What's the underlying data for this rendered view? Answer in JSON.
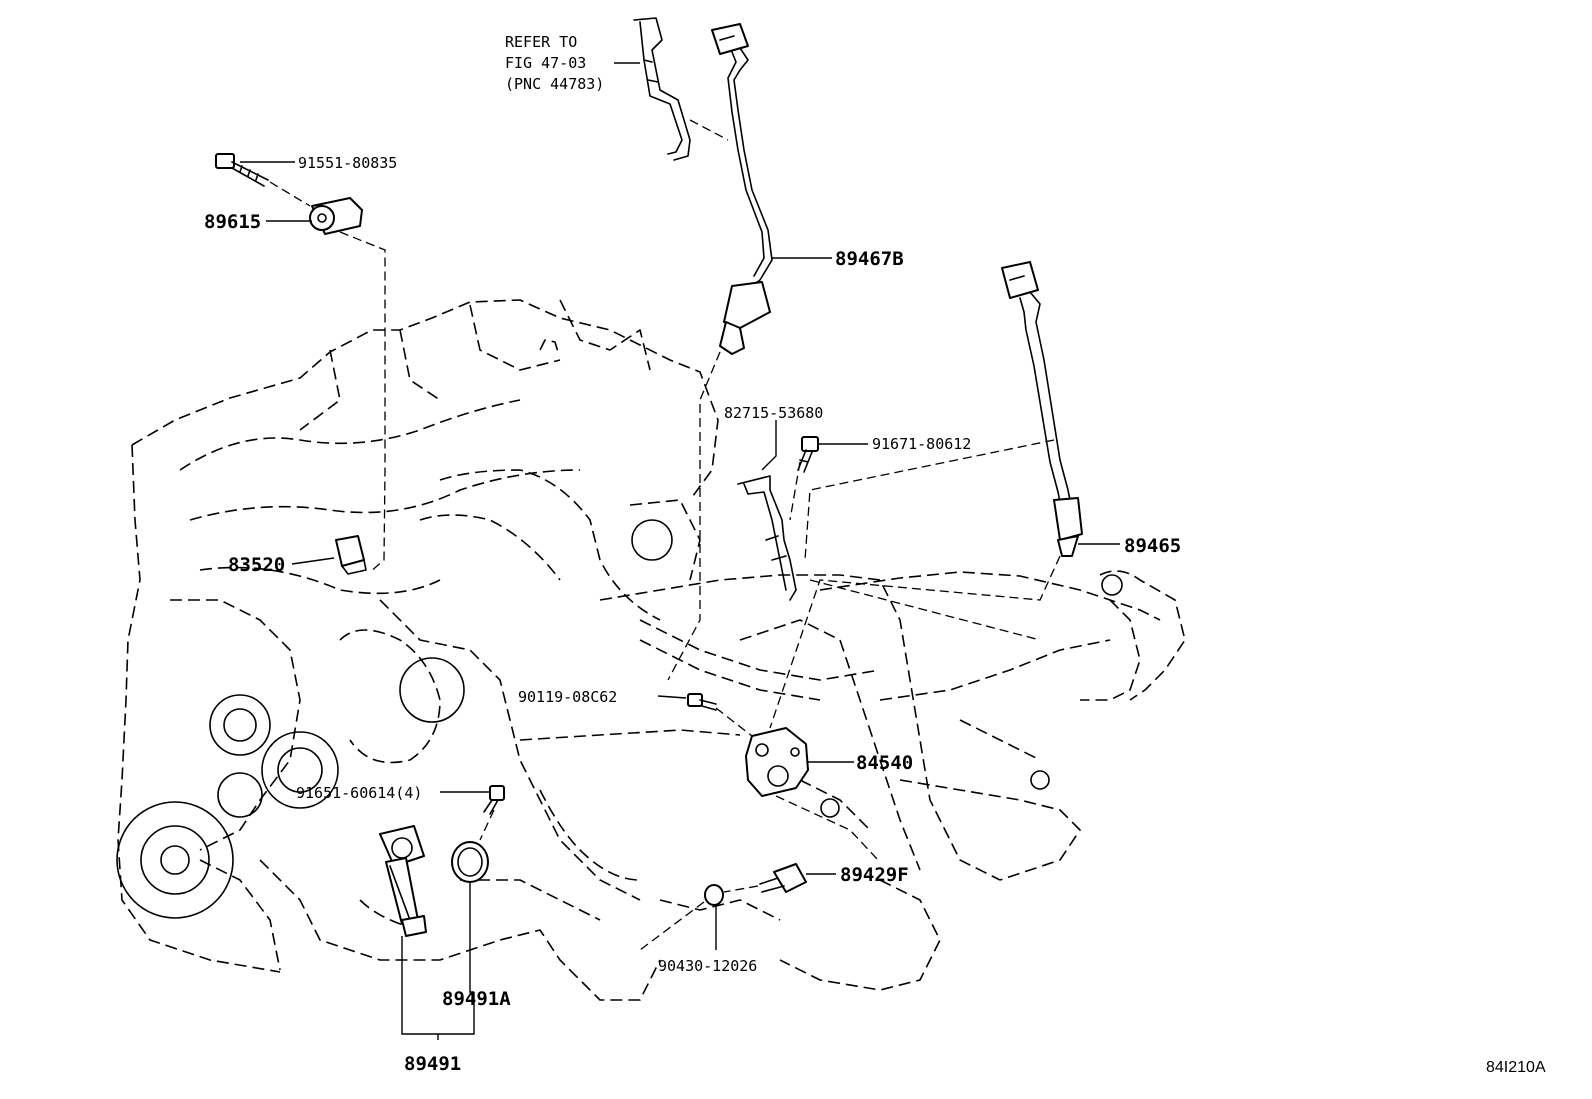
{
  "refer_note": {
    "line1": "REFER TO",
    "line2": "FIG 47-03",
    "line3": "(PNC 44783)"
  },
  "parts": {
    "p91551_80835": "91551-80835",
    "p89615": "89615",
    "p89467B": "89467B",
    "p82715_53680": "82715-53680",
    "p91671_80612": "91671-80612",
    "p89465": "89465",
    "p83520": "83520",
    "p90119_08C62": "90119-08C62",
    "p84540": "84540",
    "p91651_60614": "91651-60614(4)",
    "p89429F": "89429F",
    "p90430_12026": "90430-12026",
    "p89491A": "89491A",
    "p89491": "89491"
  },
  "figure_id": "84I210A"
}
